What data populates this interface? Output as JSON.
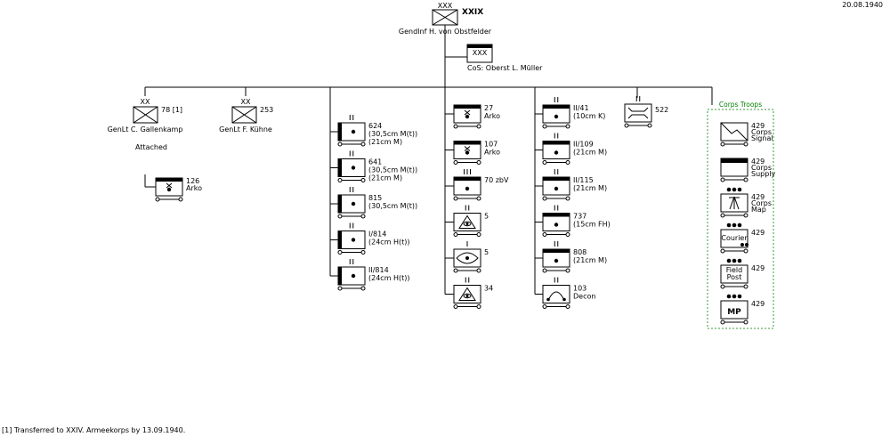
{
  "date": "20.08.1940",
  "corps": {
    "designation": "XXIX",
    "echelon": "XXX",
    "commander": "GendInf  H. von Obstfelder"
  },
  "chief_of_staff": {
    "echelon": "XXX",
    "label": "CoS: Oberst  L. Müller"
  },
  "divisions": [
    {
      "echelon": "XX",
      "number": "78 [1]",
      "commander": "GenLt  C. Gallenkamp"
    },
    {
      "echelon": "XX",
      "number": "253",
      "commander": "GenLt  F. Kühne"
    }
  ],
  "attached": {
    "label": "Attached",
    "echelon": "",
    "number": "126",
    "sub": "Arko",
    "symbol": "artillery-x"
  },
  "heavy_artillery": [
    {
      "echelon": "II",
      "lines": [
        "624",
        "(30,5cm M(t))",
        "(21cm M)"
      ]
    },
    {
      "echelon": "II",
      "lines": [
        "641",
        "(30,5cm M(t))",
        "(21cm M)"
      ]
    },
    {
      "echelon": "II",
      "lines": [
        "815",
        "(30,5cm M(t))"
      ]
    },
    {
      "echelon": "II",
      "lines": [
        "I/814",
        "(24cm H(t))"
      ]
    },
    {
      "echelon": "II",
      "lines": [
        "II/814",
        "(24cm H(t))"
      ]
    }
  ],
  "artillery_command": [
    {
      "echelon": "",
      "lines": [
        "27",
        "Arko"
      ],
      "symbol": "artillery-x"
    },
    {
      "echelon": "",
      "lines": [
        "107",
        "Arko"
      ],
      "symbol": "artillery-x"
    },
    {
      "echelon": "III",
      "lines": [
        "70 zbV"
      ],
      "symbol": "artillery"
    },
    {
      "echelon": "II",
      "lines": [
        "5"
      ],
      "symbol": "observation"
    },
    {
      "echelon": "I",
      "lines": [
        "5"
      ],
      "symbol": "eye"
    },
    {
      "echelon": "II",
      "lines": [
        "34"
      ],
      "symbol": "observation"
    }
  ],
  "artillery_battalions": [
    {
      "echelon": "II",
      "lines": [
        "II/41",
        "(10cm K)"
      ],
      "symbol": "artillery"
    },
    {
      "echelon": "II",
      "lines": [
        "II/109",
        "(21cm M)"
      ],
      "symbol": "artillery"
    },
    {
      "echelon": "II",
      "lines": [
        "II/115",
        "(21cm M)"
      ],
      "symbol": "artillery"
    },
    {
      "echelon": "II",
      "lines": [
        "737",
        "(15cm FH)"
      ],
      "symbol": "artillery"
    },
    {
      "echelon": "II",
      "lines": [
        "808",
        "(21cm M)"
      ],
      "symbol": "artillery"
    },
    {
      "echelon": "II",
      "lines": [
        "103",
        "Decon"
      ],
      "symbol": "decon"
    }
  ],
  "bridge_unit": {
    "echelon": "II",
    "number": "522"
  },
  "corps_troops": {
    "title": "Corps Troops",
    "units": [
      {
        "echelon": "",
        "number": "429",
        "sub": [
          "Corps",
          "Signal"
        ],
        "symbol": "signal"
      },
      {
        "echelon": "",
        "number": "429",
        "sub": [
          "Corps",
          "Supply"
        ],
        "symbol": "supply"
      },
      {
        "echelon": "●●●",
        "number": "429",
        "sub": [
          "Corps",
          "Map"
        ],
        "symbol": "map"
      },
      {
        "echelon": "●●●",
        "number": "429",
        "sub": [],
        "symbol": "courier",
        "inner": "Courier"
      },
      {
        "echelon": "●●●",
        "number": "429",
        "sub": [],
        "symbol": "fieldpost",
        "inner_lines": [
          "Field",
          "Post"
        ]
      },
      {
        "echelon": "●●●",
        "number": "429",
        "sub": [],
        "symbol": "mp",
        "inner": "MP"
      }
    ]
  },
  "footnote": "[1] Transferred to XXIV. Armeekorps by 13.09.1940."
}
